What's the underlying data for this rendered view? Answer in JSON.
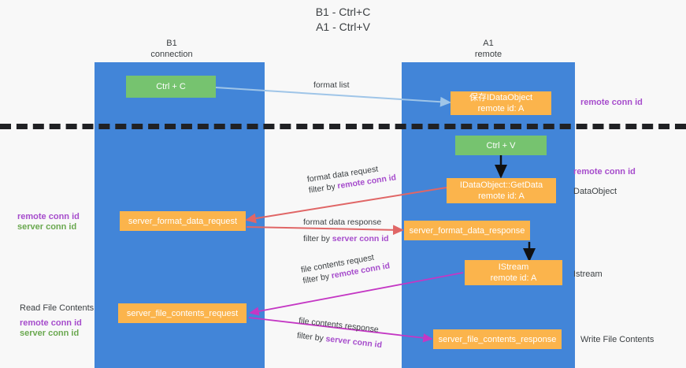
{
  "title": {
    "line1": "B1 - Ctrl+C",
    "line2": "A1 - Ctrl+V"
  },
  "columns": [
    {
      "name": "B1",
      "role": "connection"
    },
    {
      "name": "A1",
      "role": "remote"
    }
  ],
  "colors": {
    "lane": "#4285d8",
    "green_box": "#76c36f",
    "orange_box": "#fbb44c",
    "purple_text": "#a64ccc",
    "green_text": "#6aa84f",
    "separator": "#202124",
    "arrow_blue": "#9fc5e8",
    "arrow_red": "#e06666",
    "arrow_black": "#000000",
    "arrow_magenta": "#c437c4",
    "background": "#f8f8f8"
  },
  "nodes": {
    "ctrl_c": {
      "line1": "Ctrl + C",
      "line2": ""
    },
    "save_idataobject": {
      "line1": "保存IDataObject",
      "line2": "remote id: A"
    },
    "ctrl_v": {
      "line1": "Ctrl + V",
      "line2": ""
    },
    "getdata": {
      "line1": "IDataObject::GetData",
      "line2": "remote id: A"
    },
    "server_format_data_request": {
      "line1": "server_format_data_request",
      "line2": ""
    },
    "server_format_data_response": {
      "line1": "server_format_data_response",
      "line2": ""
    },
    "istream": {
      "line1": "IStream",
      "line2": "remote id: A"
    },
    "server_file_contents_request": {
      "line1": "server_file_contents_request",
      "line2": ""
    },
    "server_file_contents_response": {
      "line1": "server_file_contents_response",
      "line2": ""
    }
  },
  "edges": {
    "format_list": {
      "text": "format list"
    },
    "format_data_request": {
      "line1": "format data request",
      "line2_prefix": "filter by ",
      "line2_key": "remote conn id"
    },
    "format_data_response": {
      "line1": "format data response",
      "line2_prefix": "filter by ",
      "line2_key": "server conn id"
    },
    "file_contents_request": {
      "line1": "file contents request",
      "line2_prefix": "filter by ",
      "line2_key": "remote conn id"
    },
    "file_contents_response": {
      "line1": "file contents response",
      "line2_prefix": "filter by ",
      "line2_key": "server conn id"
    }
  },
  "annotations": {
    "right_remote_conn_id_top": "remote conn id",
    "right_remote_conn_id_mid": "remote conn id",
    "right_dataobject": "DataObject",
    "right_istream": "Istream",
    "right_write_file_contents": "Write File Contents",
    "left_remote_conn_id_mid": "remote conn id",
    "left_server_conn_id_mid": "server conn id",
    "left_read_file_contents": "Read File Contents",
    "left_remote_conn_id_bot": "remote conn id",
    "left_server_conn_id_bot": "server conn id"
  }
}
